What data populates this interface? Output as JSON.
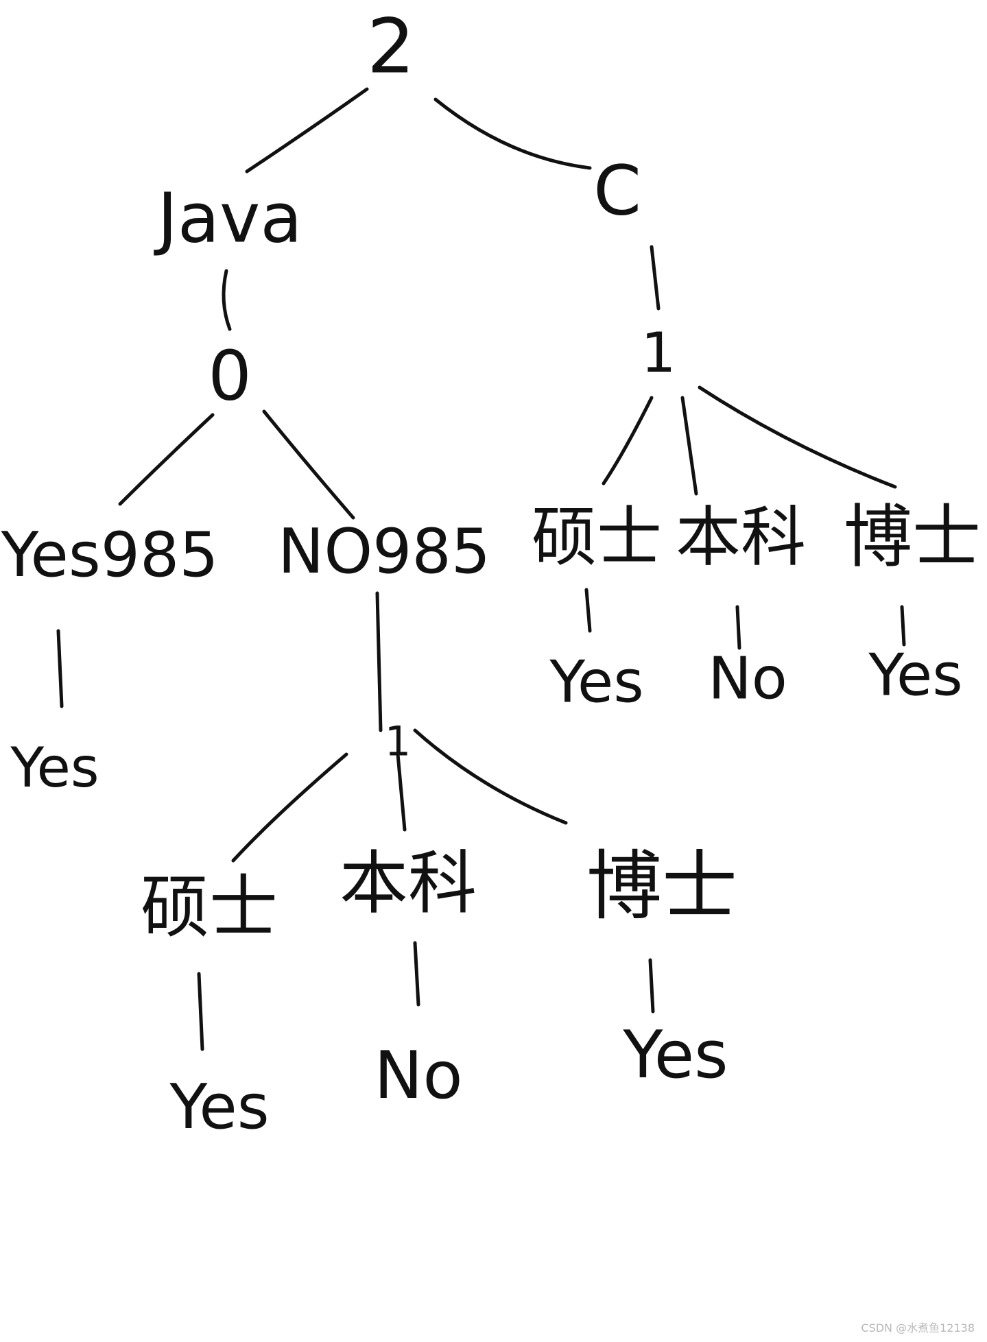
{
  "diagram": {
    "nodes": {
      "root": "2",
      "java": "Java",
      "c": "C",
      "java_sub": "0",
      "c_sub": "1",
      "yes985": "Yes985",
      "no985": "NO985",
      "yes985_leaf": "Yes",
      "no985_sub": "1",
      "no985_master": "硕士",
      "no985_bachelor": "本科",
      "no985_doctor": "博士",
      "no985_master_leaf": "Yes",
      "no985_bachelor_leaf": "No",
      "no985_doctor_leaf": "Yes",
      "c_master": "硕士",
      "c_bachelor": "本科",
      "c_doctor": "博士",
      "c_master_leaf": "Yes",
      "c_bachelor_leaf": "No",
      "c_doctor_leaf": "Yes"
    }
  },
  "watermark": "CSDN @水煮鱼12138"
}
